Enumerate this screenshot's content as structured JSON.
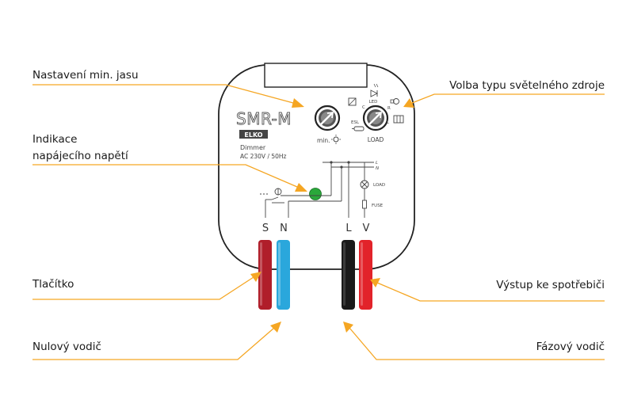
{
  "labels": {
    "min_brightness": "Nastavení min. jasu",
    "indication_line1": "Indikace",
    "indication_line2": "napájecího napětí",
    "button": "Tlačítko",
    "neutral": "Nulový vodič",
    "light_source": "Volba typu světelného zdroje",
    "output": "Výstup ke spotřebiči",
    "phase": "Fázový vodič"
  },
  "device": {
    "model": "SMR-M",
    "brand": "ELKO",
    "type": "Dimmer",
    "rating": "AC 230V / 50Hz",
    "knob_left_label": "min.",
    "knob_right_label": "LOAD",
    "knob_right_marks": [
      "LED",
      "R",
      "L",
      "C",
      "ESL"
    ],
    "schematic_L": "L",
    "schematic_N": "N",
    "schematic_load": "LOAD",
    "schematic_fuse": "FUSE",
    "terminals": [
      "S",
      "N",
      "L",
      "V"
    ]
  },
  "colors": {
    "leader": "#f5a623",
    "wire_s": "#b01e2a",
    "wire_n": "#2aa7dc",
    "wire_l": "#1a1a1a",
    "wire_v": "#e2232a",
    "led": "#2aa83a",
    "housing_stroke": "#222222"
  }
}
